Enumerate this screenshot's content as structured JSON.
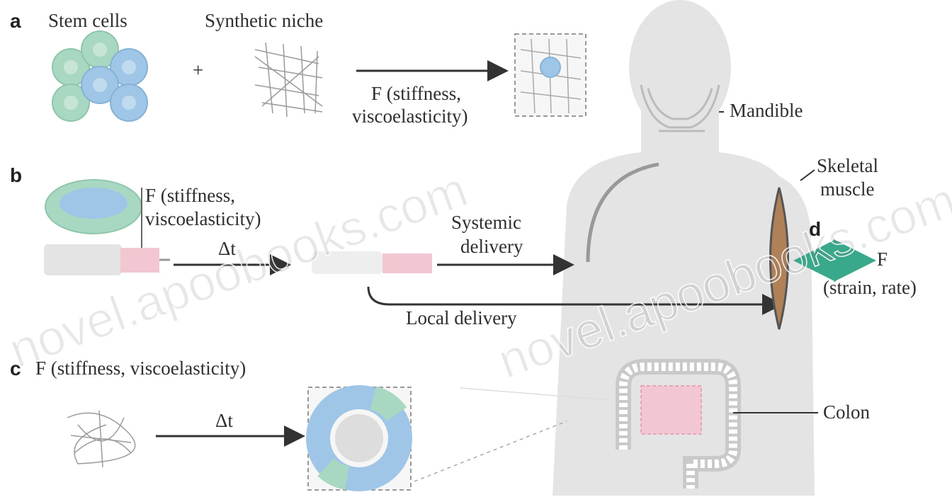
{
  "panels": {
    "a": "a",
    "b": "b",
    "c": "c",
    "d": "d"
  },
  "panel_a": {
    "stem_cells": "Stem cells",
    "synthetic_niche": "Synthetic niche",
    "plus": "+",
    "force_line1": "F (stiffness,",
    "force_line2": "viscoelasticity)"
  },
  "panel_b": {
    "force_line1": "F (stiffness,",
    "force_line2": "viscoelasticity)",
    "delta_t": "Δt",
    "systemic_line1": "Systemic",
    "systemic_line2": "delivery",
    "local": "Local delivery"
  },
  "panel_c": {
    "force": "F (stiffness, viscoelasticity)",
    "delta_t": "Δt"
  },
  "panel_d": {
    "force_line1": "F",
    "force_line2": "(strain, rate)"
  },
  "anatomy": {
    "mandible": "Mandible",
    "skeletal_line1": "Skeletal",
    "skeletal_line2": "muscle",
    "colon": "Colon"
  },
  "watermarks": [
    "novel.apoobooks.com",
    "novel.apoobooks.com"
  ],
  "colors": {
    "cell_green": "#a8d8c2",
    "cell_blue": "#9fc6e6",
    "body_grey": "#e4e4e4",
    "muscle_brown": "#b08058",
    "pink": "#f3c7d2",
    "teal_arrow": "#3aa88a",
    "arrow": "#333333"
  }
}
